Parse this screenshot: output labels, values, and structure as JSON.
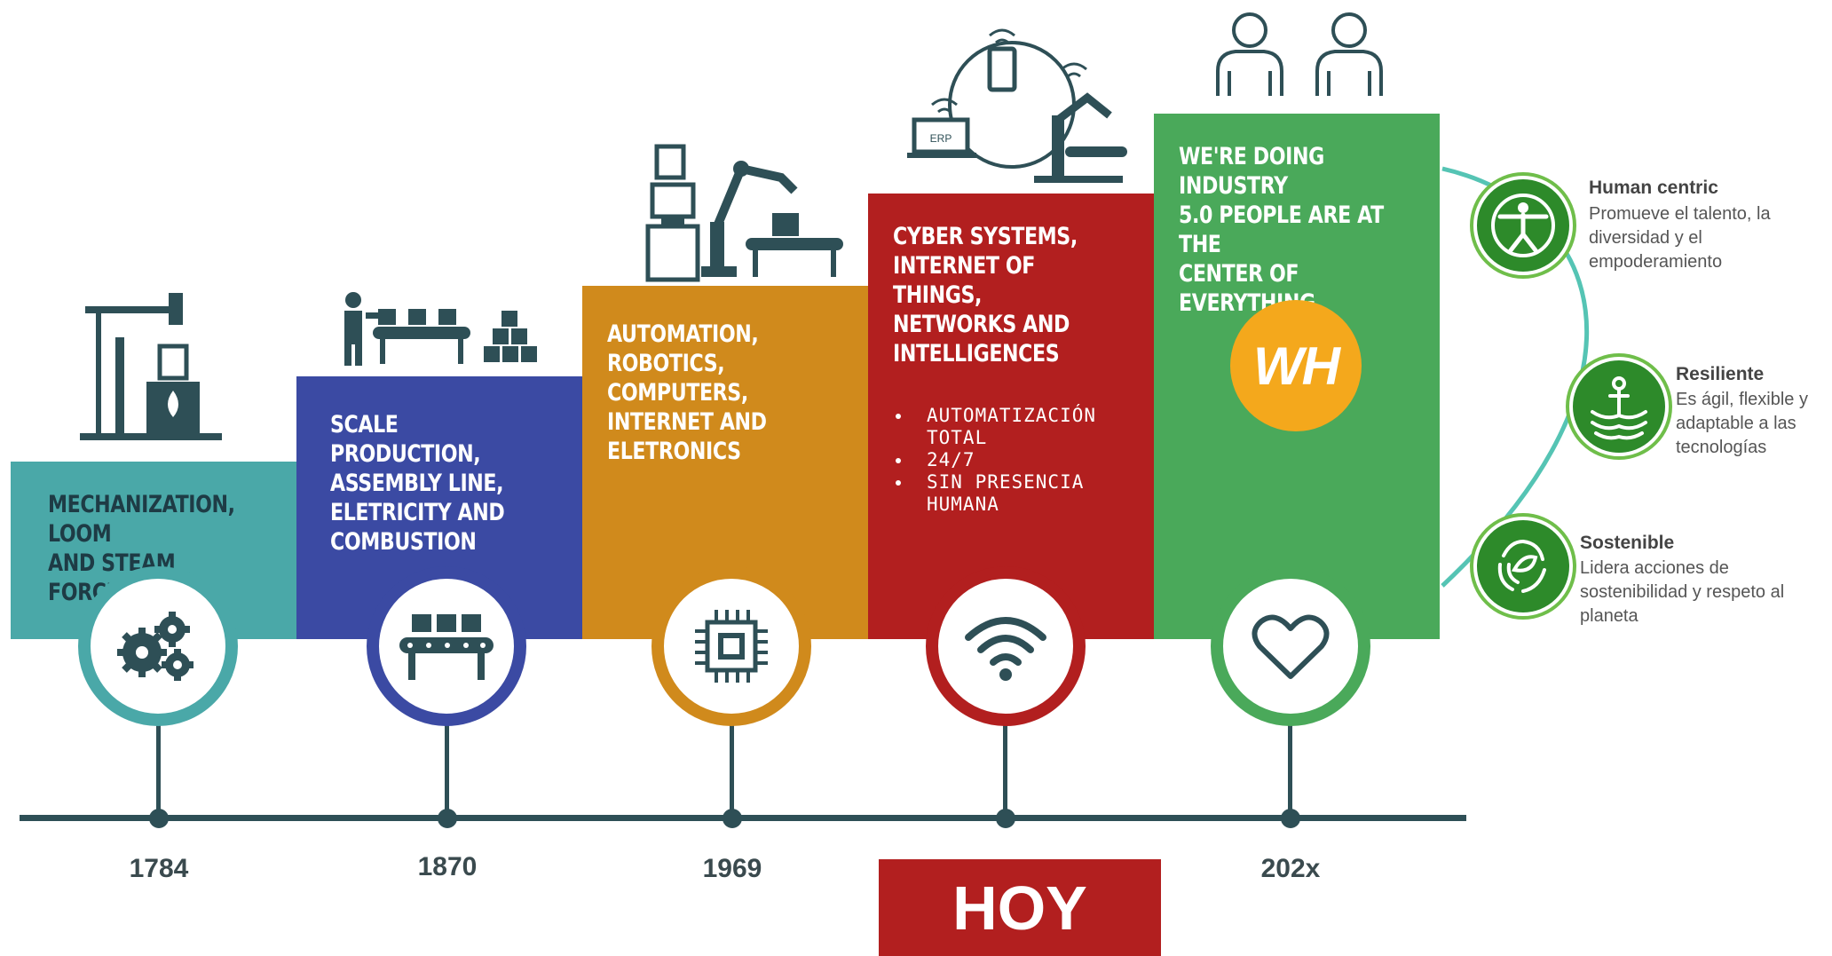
{
  "eras": [
    {
      "key": "era1",
      "text": "MECHANIZATION, LOOM\nAND STEAM FORCE",
      "year": "1784",
      "color": "#4aa8a8",
      "ring": "#4aa8a8",
      "icon": "gears-icon"
    },
    {
      "key": "era2",
      "text": "SCALE PRODUCTION,\nASSEMBLY LINE,\nELETRICITY AND\nCOMBUSTION",
      "year": "1870",
      "color": "#3b4aa3",
      "ring": "#3b4aa3",
      "icon": "conveyor-icon"
    },
    {
      "key": "era3",
      "text": "AUTOMATION, ROBOTICS,\nCOMPUTERS,\nINTERNET AND\nELETRONICS",
      "year": "1969",
      "color": "#d08a1c",
      "ring": "#d08a1c",
      "icon": "chip-icon"
    },
    {
      "key": "era4",
      "text": "CYBER SYSTEMS,\nINTERNET OF THINGS,\nNETWORKS AND\nINTELLIGENCES",
      "year": "",
      "color": "#b21f1f",
      "ring": "#b21f1f",
      "icon": "wifi-icon"
    },
    {
      "key": "era5",
      "text": "WE'RE DOING INDUSTRY\n5.0 PEOPLE ARE AT THE\nCENTER OF EVERYTHING.",
      "year": "202x",
      "color": "#4aa95a",
      "ring": "#4aa95a",
      "icon": "heart-icon"
    }
  ],
  "bullets": [
    "AUTOMATIZACIÓN TOTAL",
    "24/7",
    "SIN PRESENCIA HUMANA"
  ],
  "logo_text": "WH",
  "today_label": "HOY",
  "right_items": [
    {
      "title": "Human centric",
      "desc": "Promueve el talento, la\ndiversidad y el\nempoderamiento",
      "icon": "vitruvian-man-icon"
    },
    {
      "title": "Resiliente",
      "desc": "Es ágil, flexible y\nadaptable a las\ntecnologías",
      "icon": "anchor-icon"
    },
    {
      "title": "Sostenible",
      "desc": "Lidera acciones de\nsostenibilidad y respeto al\nplaneta",
      "icon": "recycle-leaves-icon"
    }
  ],
  "colors": {
    "timeline": "#2e4f56",
    "today_bg": "#b21f1f",
    "logo_bg": "#f4a81c"
  }
}
